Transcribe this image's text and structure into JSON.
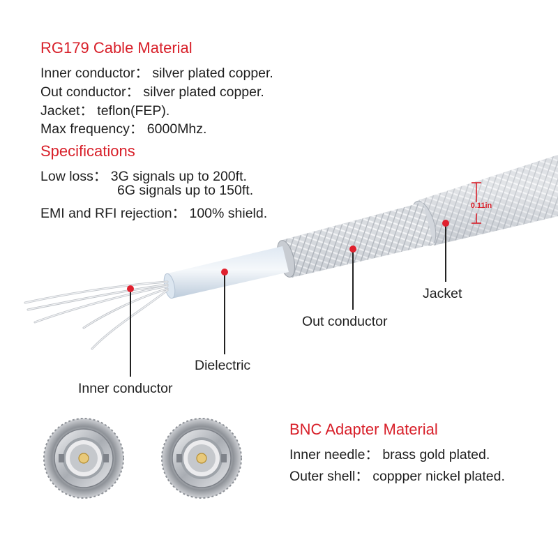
{
  "cable_material": {
    "title": "RG179 Cable Material",
    "lines": [
      "Inner conductor：  silver plated copper.",
      "Out conductor：   silver plated copper.",
      "Jacket：  teflon(FEP).",
      "Max frequency：   6000Mhz."
    ]
  },
  "specifications": {
    "title": "Specifications",
    "lines": [
      "Low loss：  3G signals up to 200ft.",
      "6G signals up to 150ft.",
      "EMI and RFI rejection：  100% shield."
    ]
  },
  "diagram": {
    "inner_conductor_label": "Inner conductor",
    "dielectric_label": "Dielectric",
    "out_conductor_label": "Out conductor",
    "jacket_label": "Jacket",
    "diameter_label": "0.11in",
    "accent_color": "#d8202a"
  },
  "bnc_material": {
    "title": "BNC Adapter Material",
    "lines": [
      "Inner needle：   brass gold plated.",
      "Outer shell：  coppper nickel plated."
    ]
  }
}
